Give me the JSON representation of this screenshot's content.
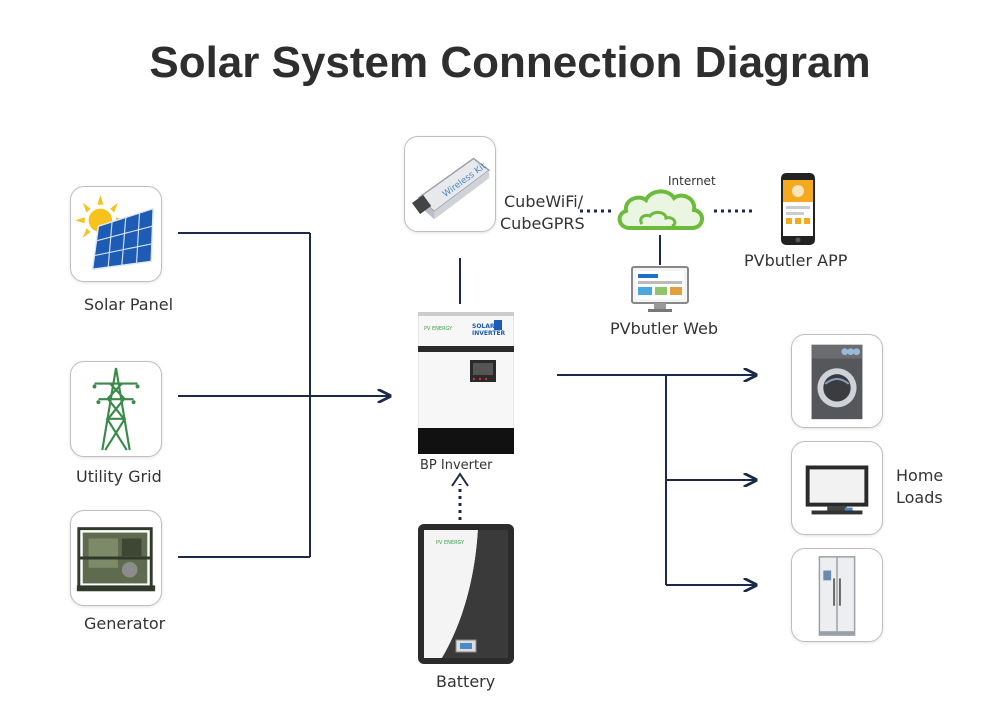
{
  "title": "Solar System Connection Diagram",
  "sources": {
    "solar_panel": "Solar Panel",
    "utility_grid": "Utility Grid",
    "generator": "Generator"
  },
  "inverter": {
    "label": "BP Inverter",
    "brand": "PV ENERGY",
    "product": "SOLAR\nINVERTER"
  },
  "battery": {
    "label": "Battery",
    "brand": "PV ENERGY"
  },
  "monitoring": {
    "wireless_kit": "Wireless Kit",
    "cube_label_line1": "CubeWiFi/",
    "cube_label_line2": "CubeGPRS",
    "internet": "Internet",
    "web": "PVbutler Web",
    "app": "PVbutler APP"
  },
  "loads": {
    "label_line1": "Home",
    "label_line2": "Loads"
  },
  "colors": {
    "wire": "#1c2a4a",
    "title": "#2e2e2e",
    "card_border": "#bfbfbf",
    "cloud": "#6cbb3c"
  }
}
